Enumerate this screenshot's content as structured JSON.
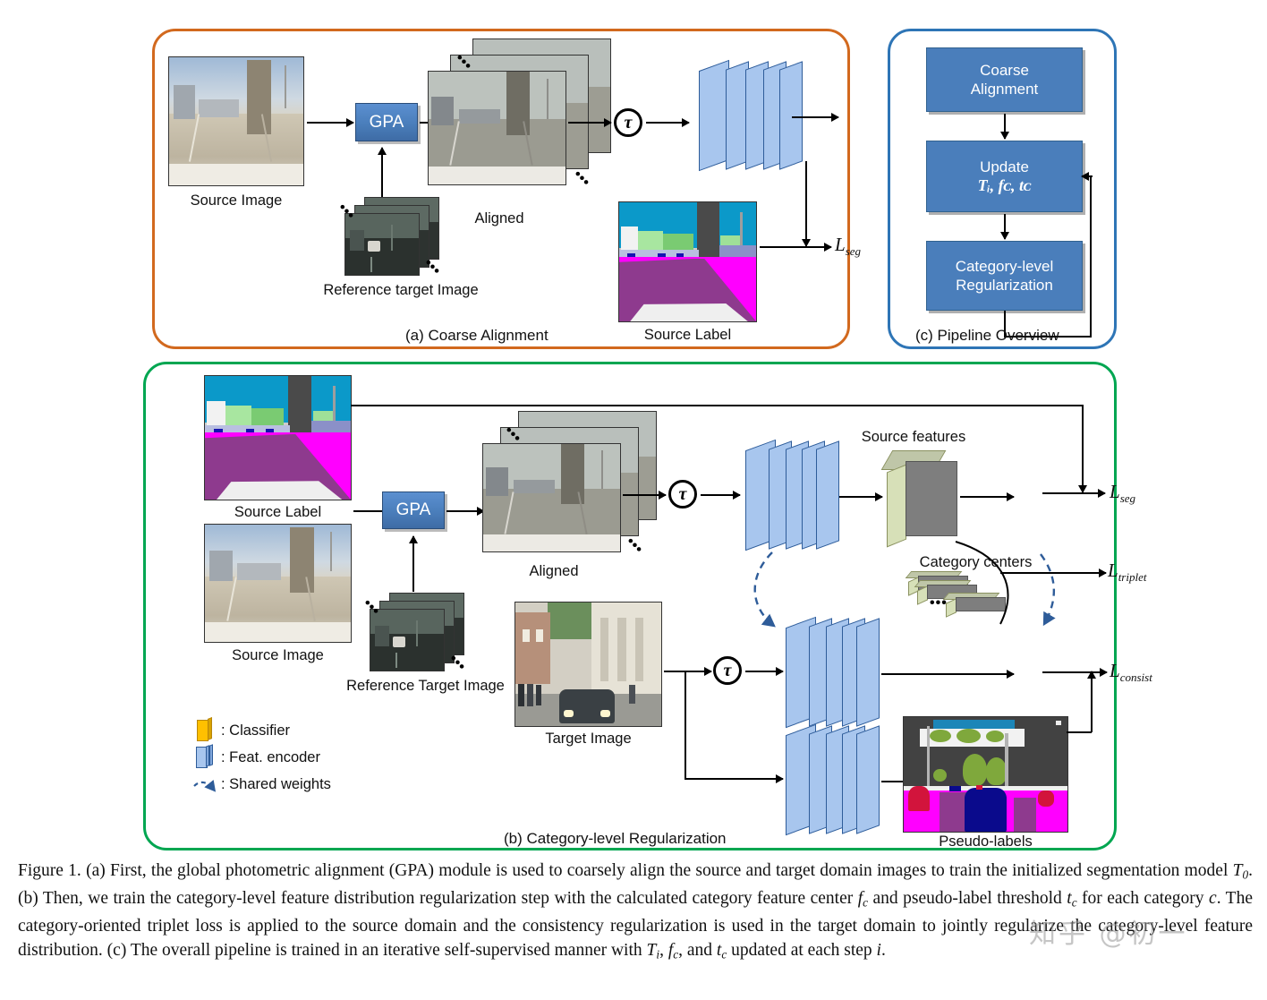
{
  "figure": {
    "panels": {
      "a": {
        "id": "a",
        "label": "(a) Coarse Alignment",
        "border_color": "#D2691E",
        "nodes": {
          "source_image": "Source Image",
          "reference_target_image": "Reference target Image",
          "gpa": "GPA",
          "aligned": "Aligned",
          "tau": "τ",
          "source_label": "Source Label",
          "loss_seg": "L",
          "loss_seg_sub": "seg"
        }
      },
      "b": {
        "id": "b",
        "label": "(b) Category-level Regularization",
        "border_color": "#00A651",
        "nodes": {
          "source_label": "Source Label",
          "source_image": "Source Image",
          "reference_target_image": "Reference Target Image",
          "gpa": "GPA",
          "aligned": "Aligned",
          "target_image": "Target Image",
          "tau": "τ",
          "source_features": "Source features",
          "category_centers": "Category centers",
          "pseudo_labels": "Pseudo-labels",
          "loss_seg": "L",
          "loss_seg_sub": "seg",
          "loss_triplet": "L",
          "loss_triplet_sub": "triplet",
          "loss_consist": "L",
          "loss_consist_sub": "consist"
        },
        "legend": [
          {
            "icon": "classifier-swatch",
            "text": ": Classifier"
          },
          {
            "icon": "feature-encoder-swatch",
            "text": ": Feat. encoder"
          },
          {
            "icon": "shared-weights-swatch",
            "text": ": Shared weights"
          }
        ]
      },
      "c": {
        "id": "c",
        "label": "(c) Pipeline Overview",
        "border_color": "#2E75B6",
        "steps": [
          {
            "line1": "Coarse",
            "line2": "Alignment",
            "math": ""
          },
          {
            "line1": "Update",
            "line2": "",
            "math": "Tᵢ, fᴄ, tᴄ"
          },
          {
            "line1": "Category-level",
            "line2": "Regularization",
            "math": ""
          }
        ]
      }
    },
    "colors": {
      "panel_a_border": "#D2691E",
      "panel_b_border": "#00A651",
      "panel_c_border": "#2E75B6",
      "gpa_box": "#4A7EBB",
      "encoder_slab": "#A8C6EE",
      "encoder_edge": "#2E5C99",
      "classifier_plate": "#FFC000",
      "feature_cube_front": "#D7E0B8",
      "feature_cube_side": "#7E7E7E",
      "pipeline_box": "#4A7EBB"
    },
    "watermark": "知乎 @初一"
  },
  "caption": {
    "prefix": "Figure 1. (a) First, the global photometric alignment (GPA) module is used to coarsely align the source and target domain images to train the initialized segmentation model ",
    "t0": "T",
    "t0_sub": "0",
    "part2": ". (b) Then, we train the category-level feature distribution regularization step with the calculated category feature center ",
    "fc": "f",
    "fc_sub": "c",
    "part3": " and pseudo-label threshold ",
    "tc": "t",
    "tc_sub": "c",
    "part4": " for each category ",
    "c": "c",
    "part5": ". The category-oriented triplet loss is applied to the source domain and the consistency regularization is used in the target domain to jointly regularize the category-level feature distribution. (c) The overall pipeline is trained in an iterative self-supervised manner with ",
    "ti": "T",
    "ti_sub": "i",
    "part6": ", ",
    "fc2": "f",
    "fc2_sub": "c",
    "part7": ", and ",
    "tc2": "t",
    "tc2_sub": "c",
    "part8": " updated at each step ",
    "i": "i",
    "part9": "."
  }
}
